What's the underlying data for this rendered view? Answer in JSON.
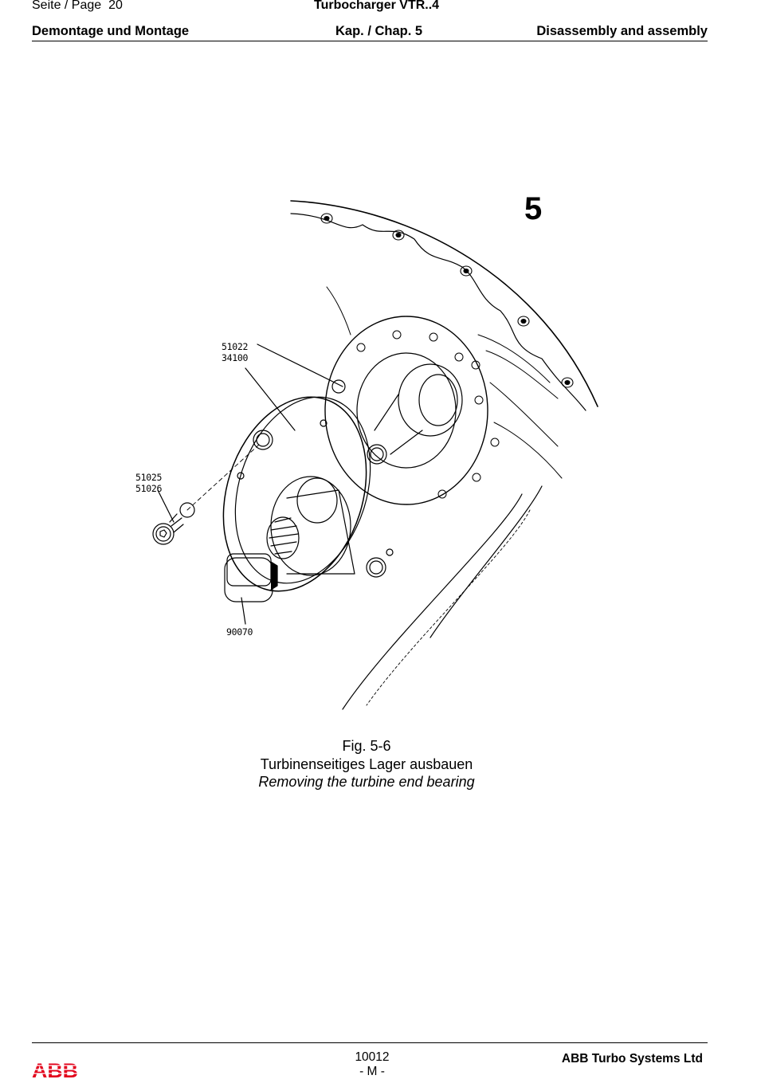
{
  "header": {
    "page_label": "Seite / Page",
    "page_number": "20",
    "product": "Turbocharger VTR..4",
    "section_de": "Demontage und Montage",
    "chapter": "Kap. / Chap. 5",
    "section_en": "Disassembly and assembly"
  },
  "chapter_marker": "5",
  "figure": {
    "number": "Fig. 5-6",
    "caption_de": "Turbinenseitiges Lager ausbauen",
    "caption_en": "Removing the turbine end bearing",
    "part_labels": [
      {
        "line1": "51022",
        "line2": "34100"
      },
      {
        "line1": "51025",
        "line2": "51026"
      },
      {
        "line1": "90070",
        "line2": ""
      }
    ]
  },
  "footer": {
    "doc_number": "10012",
    "revision": "- M -",
    "company": "ABB Turbo Systems Ltd",
    "logo_text": "ABB",
    "logo_color": "#e2001a"
  }
}
